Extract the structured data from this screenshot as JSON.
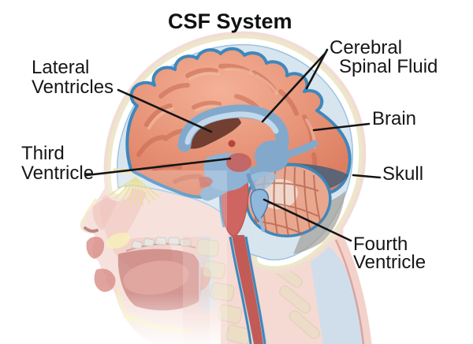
{
  "title": "CSF System",
  "labels": {
    "lateral_ventricles": {
      "line1": "Lateral",
      "line2": "Ventricles"
    },
    "third_ventricle": {
      "line1": "Third",
      "line2": "Ventricle"
    },
    "cerebral_spinal_fluid": {
      "line1": "Cerebral",
      "line2": "Spinal Fluid"
    },
    "brain": "Brain",
    "skull": "Skull",
    "fourth_ventricle": {
      "line1": "Fourth",
      "line2": "Ventricle"
    }
  },
  "colors": {
    "brain": "#E28B6F",
    "brain_gyri": "#C4654C",
    "csf_line": "#3E87BC",
    "csf_cavity": "#D7E5EF",
    "csf_light": "#C3DAEC",
    "ventricle_blue": "#82A9CC",
    "ventricle_light": "#C9DEEE",
    "brainstem_red": "#CE6560",
    "cord_red": "#C25B55",
    "cerebellum": "#E9A78F",
    "skull_white": "#FFFFFF",
    "bone_cream": "#EDE7C9",
    "scalp_pink": "#F3DBD6",
    "face_skin": "#F5D9D3",
    "vertebra_bone": "#E7E0BF",
    "leader_line": "#151515"
  }
}
